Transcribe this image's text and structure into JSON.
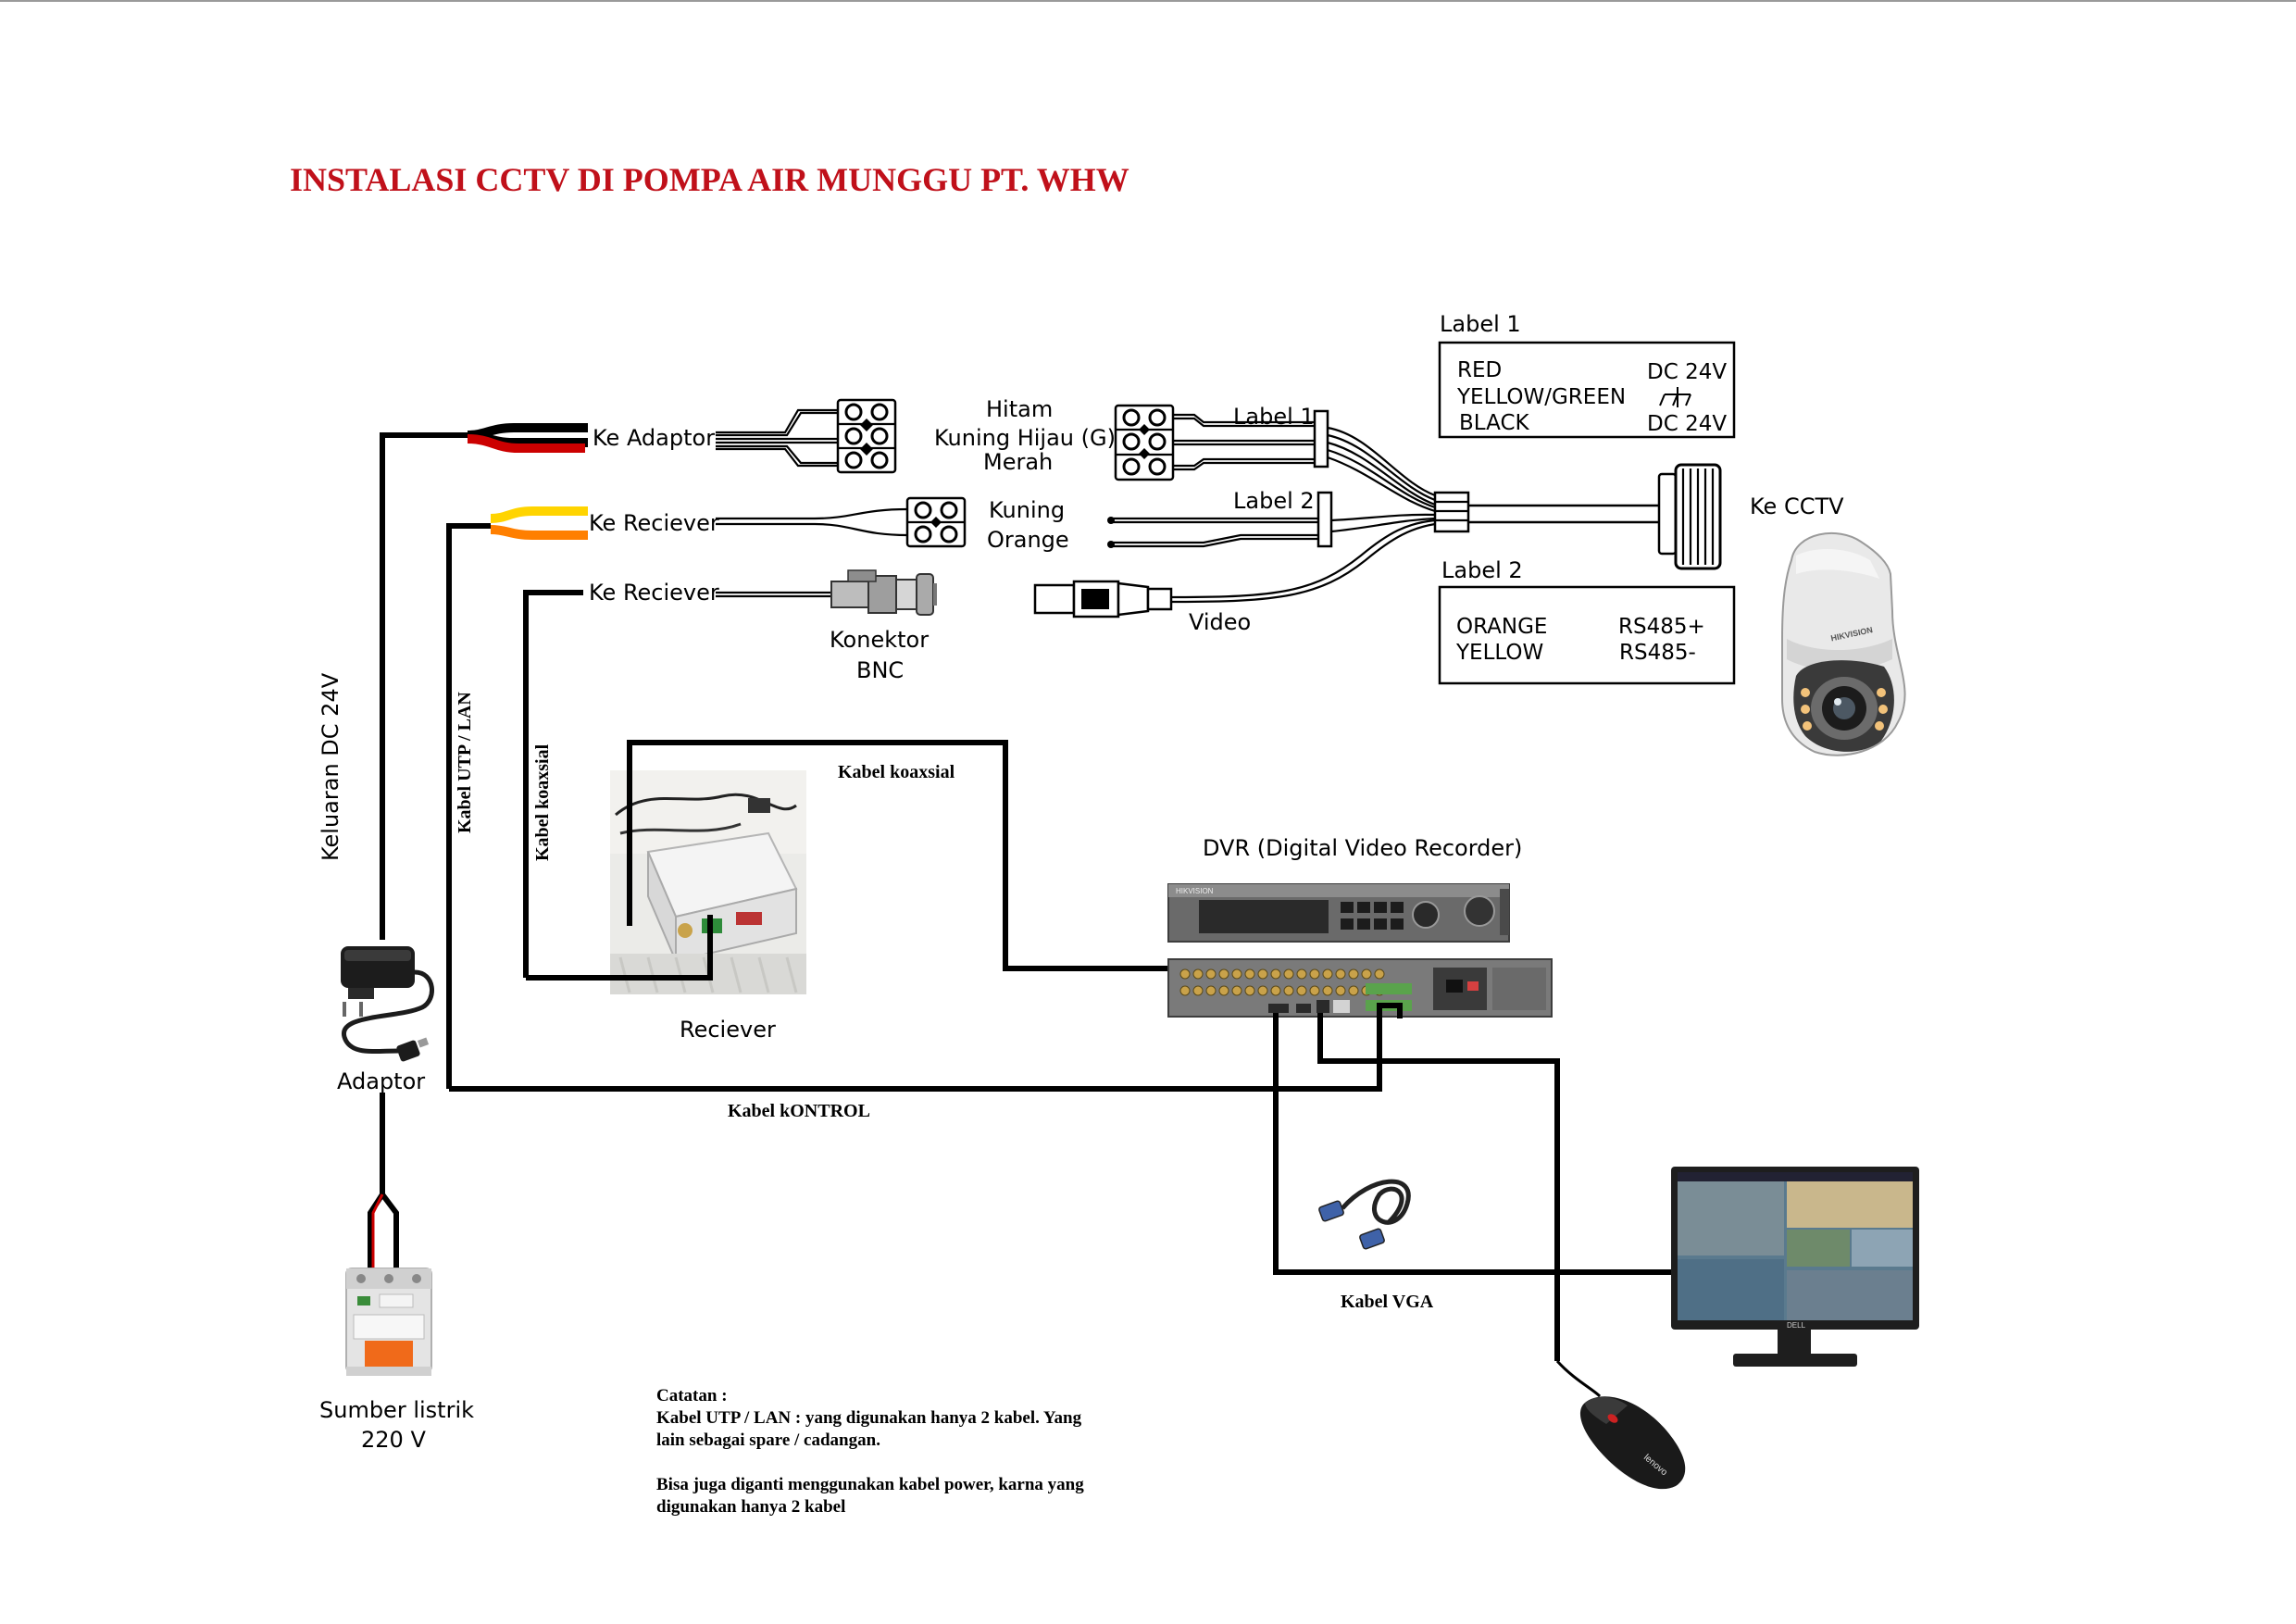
{
  "title": "INSTALASI  CCTV DI POMPA AIR MUNGGU PT. WHW",
  "colors": {
    "title": "#c0101a",
    "wire_red": "#cc0000",
    "wire_yellow": "#ffd400",
    "wire_orange": "#ff7f00",
    "wire_black": "#000000"
  },
  "left_wiring": {
    "ke_adaptor": "Ke Adaptor",
    "ke_reciever_1": "Ke Reciever",
    "ke_reciever_2": "Ke Reciever",
    "keluaran_dc": "Keluaran DC 24V",
    "kabel_utp": "Kabel  UTP / LAN",
    "kabel_koaxsial_vertical": "Kabel  koaxsial"
  },
  "terminal_labels": {
    "hitam": "Hitam",
    "kuning_hijau": "Kuning Hijau (G)",
    "merah": "Merah",
    "kuning": "Kuning",
    "orange": "Orange",
    "konektor": "Konektor",
    "bnc": "BNC"
  },
  "camera_cable": {
    "label1_tag": "Label 1",
    "label2_tag": "Label 2",
    "video": "Video",
    "ke_cctv": "Ke CCTV"
  },
  "label1_box": {
    "heading": "Label 1",
    "rows": [
      {
        "color": "RED",
        "value": "DC 24V"
      },
      {
        "color": "YELLOW/GREEN",
        "value": "ground-symbol"
      },
      {
        "color": "BLACK",
        "value": "DC 24V"
      }
    ]
  },
  "label2_box": {
    "heading": "Label 2",
    "rows": [
      {
        "color": "ORANGE",
        "value": "RS485+"
      },
      {
        "color": "YELLOW",
        "value": "RS485-"
      }
    ]
  },
  "devices": {
    "reciever": "Reciever",
    "adaptor": "Adaptor",
    "dvr": "DVR (Digital Video Recorder)",
    "sumber_listrik_line1": "Sumber listrik",
    "sumber_listrik_line2": "220 V",
    "camera_brand": "HIKVISION",
    "dvr_brand": "HIKVISION",
    "mouse_brand": "lenovo",
    "monitor_brand": "DELL"
  },
  "cables": {
    "kabel_koaxsial": "Kabel  koaxsial",
    "kabel_kontrol": "Kabel  kONTROL",
    "kabel_vga": "Kabel VGA"
  },
  "notes": {
    "heading": "Catatan :",
    "line1": "Kabel  UTP / LAN : yang digunakan hanya 2 kabel. Yang",
    "line2": "lain sebagai spare / cadangan.",
    "line3": "Bisa juga diganti menggunakan kabel power, karna yang",
    "line4": "digunakan hanya 2 kabel"
  }
}
